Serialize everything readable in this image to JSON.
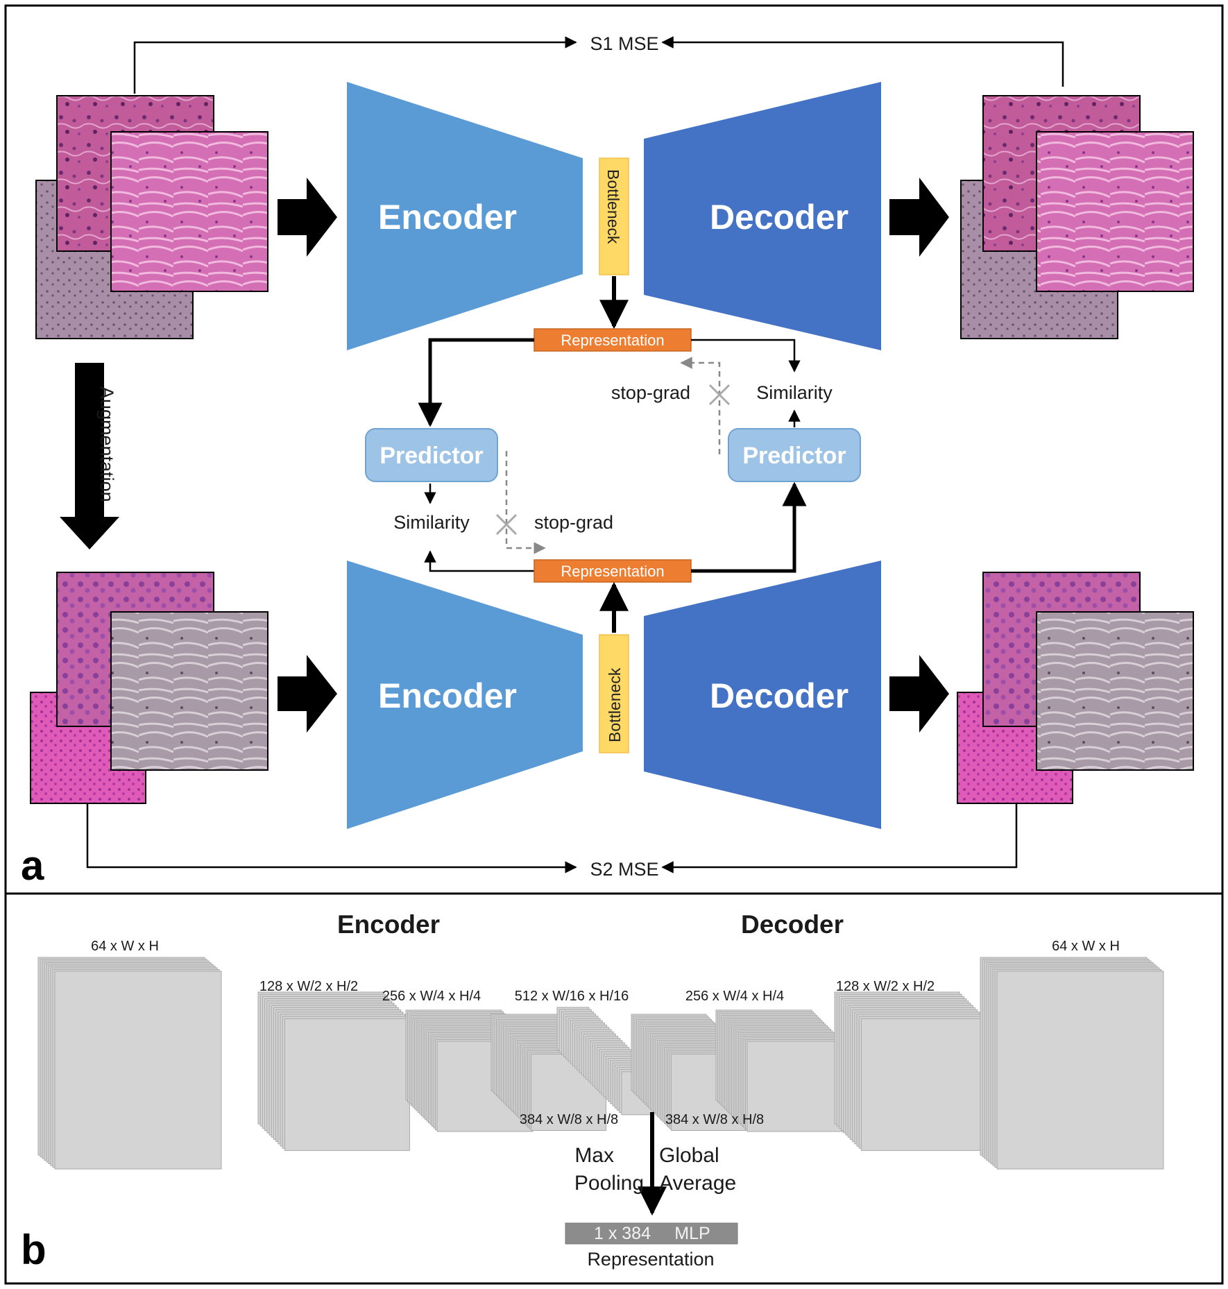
{
  "panel_a": {
    "label": "a",
    "s1_mse": "S1 MSE",
    "s2_mse": "S2 MSE",
    "augmentation": "Augmentation",
    "encoder": "Encoder",
    "decoder": "Decoder",
    "bottleneck": "Bottleneck",
    "representation": "Representation",
    "predictor": "Predictor",
    "similarity": "Similarity",
    "stop_grad": "stop-grad",
    "colors": {
      "encoder": "#5b9bd5",
      "decoder": "#4472c4",
      "bottleneck": "#ffd966",
      "representation": "#ed7d31",
      "predictor": "#9dc3e6",
      "tile_original": "#c25b9a",
      "tile_augmented": "#d84fb3",
      "tile_gray": "#9a8896"
    }
  },
  "panel_b": {
    "label": "b",
    "encoder_header": "Encoder",
    "decoder_header": "Decoder",
    "dims": {
      "enc1": "64 x W x H",
      "enc2": "128 x W/2 x H/2",
      "enc3": "256 x W/4 x H/4",
      "enc4": "384 x W/8 x H/8",
      "mid": "512 x W/16 x H/16",
      "dec4": "384 x W/8 x H/8",
      "dec3": "256 x W/4 x H/4",
      "dec2": "128 x W/2 x H/2",
      "dec1": "64 x W x H"
    },
    "max_pooling": [
      "Max",
      "Pooling"
    ],
    "global_average": [
      "Global",
      "Average"
    ],
    "rep_vector": "1 x 384",
    "mlp": "MLP",
    "representation": "Representation",
    "colors": {
      "block": "#d4d4d4",
      "block_edge": "#a9a9a9",
      "vector": "#8c8c8c"
    }
  }
}
